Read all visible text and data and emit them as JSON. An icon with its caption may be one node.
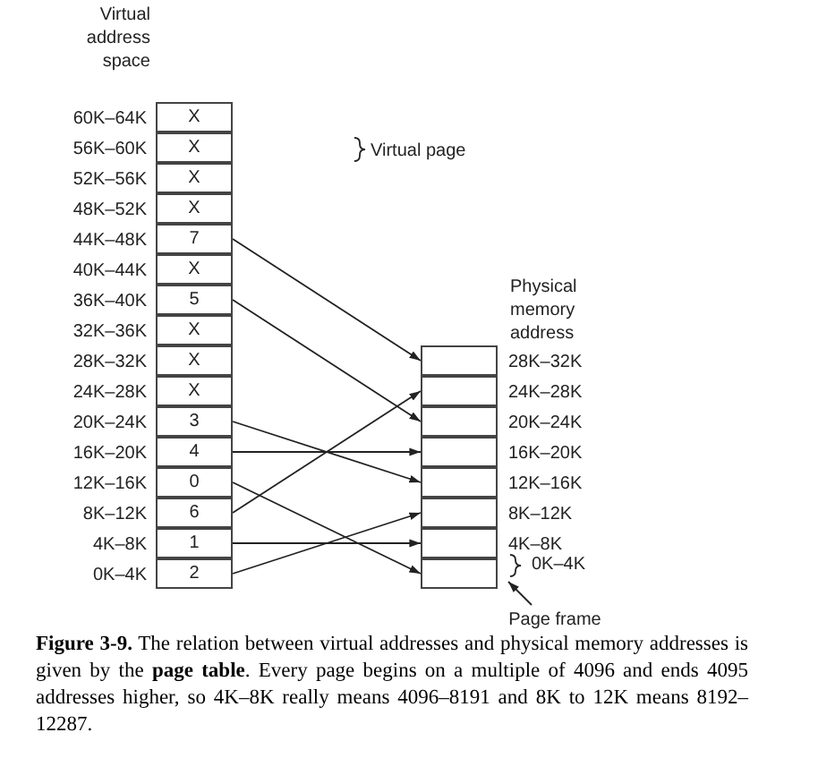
{
  "diagram": {
    "caption": "**Figure 3-9.** The relation between virtual addresses and physical memory addresses is given by the **page table**. Every page begins on a multiple of 4096 and ends 4095 addresses higher, so 4K–8K really means 4096–8191 and 8K to 12K means 8192–12287.",
    "nodes": [
      {
        "text": [
          "X"
        ],
        "beside": [
          "60K–64K"
        ]
      },
      {
        "text": [
          "X"
        ],
        "beside": [
          "56K–60K"
        ]
      },
      {
        "text": [
          "X"
        ],
        "beside": [
          "52K–56K"
        ]
      },
      {
        "text": [
          "X"
        ],
        "beside": [
          "48K–52K"
        ]
      },
      {
        "text": [
          "7"
        ],
        "beside": [
          "44K–48K"
        ]
      },
      {
        "text": [
          "X"
        ],
        "beside": [
          "40K–44K"
        ]
      },
      {
        "text": [
          "5"
        ],
        "beside": [
          "36K–40K"
        ]
      },
      {
        "text": [
          "X"
        ],
        "beside": [
          "32K–36K"
        ]
      },
      {
        "text": [
          "X"
        ],
        "beside": [
          "28K–32K"
        ]
      },
      {
        "text": [
          "X"
        ],
        "beside": [
          "24K–28K"
        ]
      },
      {
        "text": [
          "3"
        ],
        "beside": [
          "20K–24K"
        ]
      },
      {
        "text": [
          "4"
        ],
        "beside": [
          "16K–20K"
        ]
      },
      {
        "text": [
          "0"
        ],
        "beside": [
          "12K–16K"
        ]
      },
      {
        "text": [
          "6"
        ],
        "beside": [
          "8K–12K"
        ]
      },
      {
        "text": [
          "1"
        ],
        "beside": [
          "4K–8K"
        ]
      },
      {
        "text": [
          "2"
        ],
        "beside": [
          "0K–4K"
        ]
      },
      {
        "text": [],
        "shape": "box",
        "beside": [
          "28K–32K"
        ]
      },
      {
        "text": [],
        "shape": "box",
        "beside": [
          "24K–28K"
        ]
      },
      {
        "text": [],
        "shape": "box",
        "beside": [
          "20K–24K"
        ]
      },
      {
        "text": [],
        "shape": "box",
        "beside": [
          "16K–20K"
        ]
      },
      {
        "text": [],
        "shape": "box",
        "beside": [
          "12K–16K"
        ]
      },
      {
        "text": [],
        "shape": "box",
        "beside": [
          "8K–12K"
        ]
      },
      {
        "text": [],
        "shape": "box",
        "beside": [
          "4K–8K"
        ]
      },
      {
        "text": [],
        "shape": "box",
        "beside": [
          "0K–4K"
        ]
      },
      {
        "text": [
          "Page frame"
        ]
      }
    ],
    "edges": [
      {
        "from": 4,
        "to": 16,
        "arrow": "to"
      },
      {
        "from": 6,
        "to": 18,
        "arrow": "to"
      },
      {
        "from": 10,
        "to": 20,
        "arrow": "to"
      },
      {
        "from": 11,
        "to": 19,
        "arrow": "to"
      },
      {
        "from": 12,
        "to": 23,
        "arrow": "to"
      },
      {
        "from": 13,
        "to": 17,
        "arrow": "to"
      },
      {
        "from": 14,
        "to": 22,
        "arrow": "to"
      },
      {
        "from": 15,
        "to": 21,
        "arrow": "to"
      },
      {
        "from": 24,
        "to": 23,
        "arrow": "to"
      }
    ],
    "labels": [
      "Virtual address space",
      "Virtual page",
      "Physical memory address"
    ]
  }
}
